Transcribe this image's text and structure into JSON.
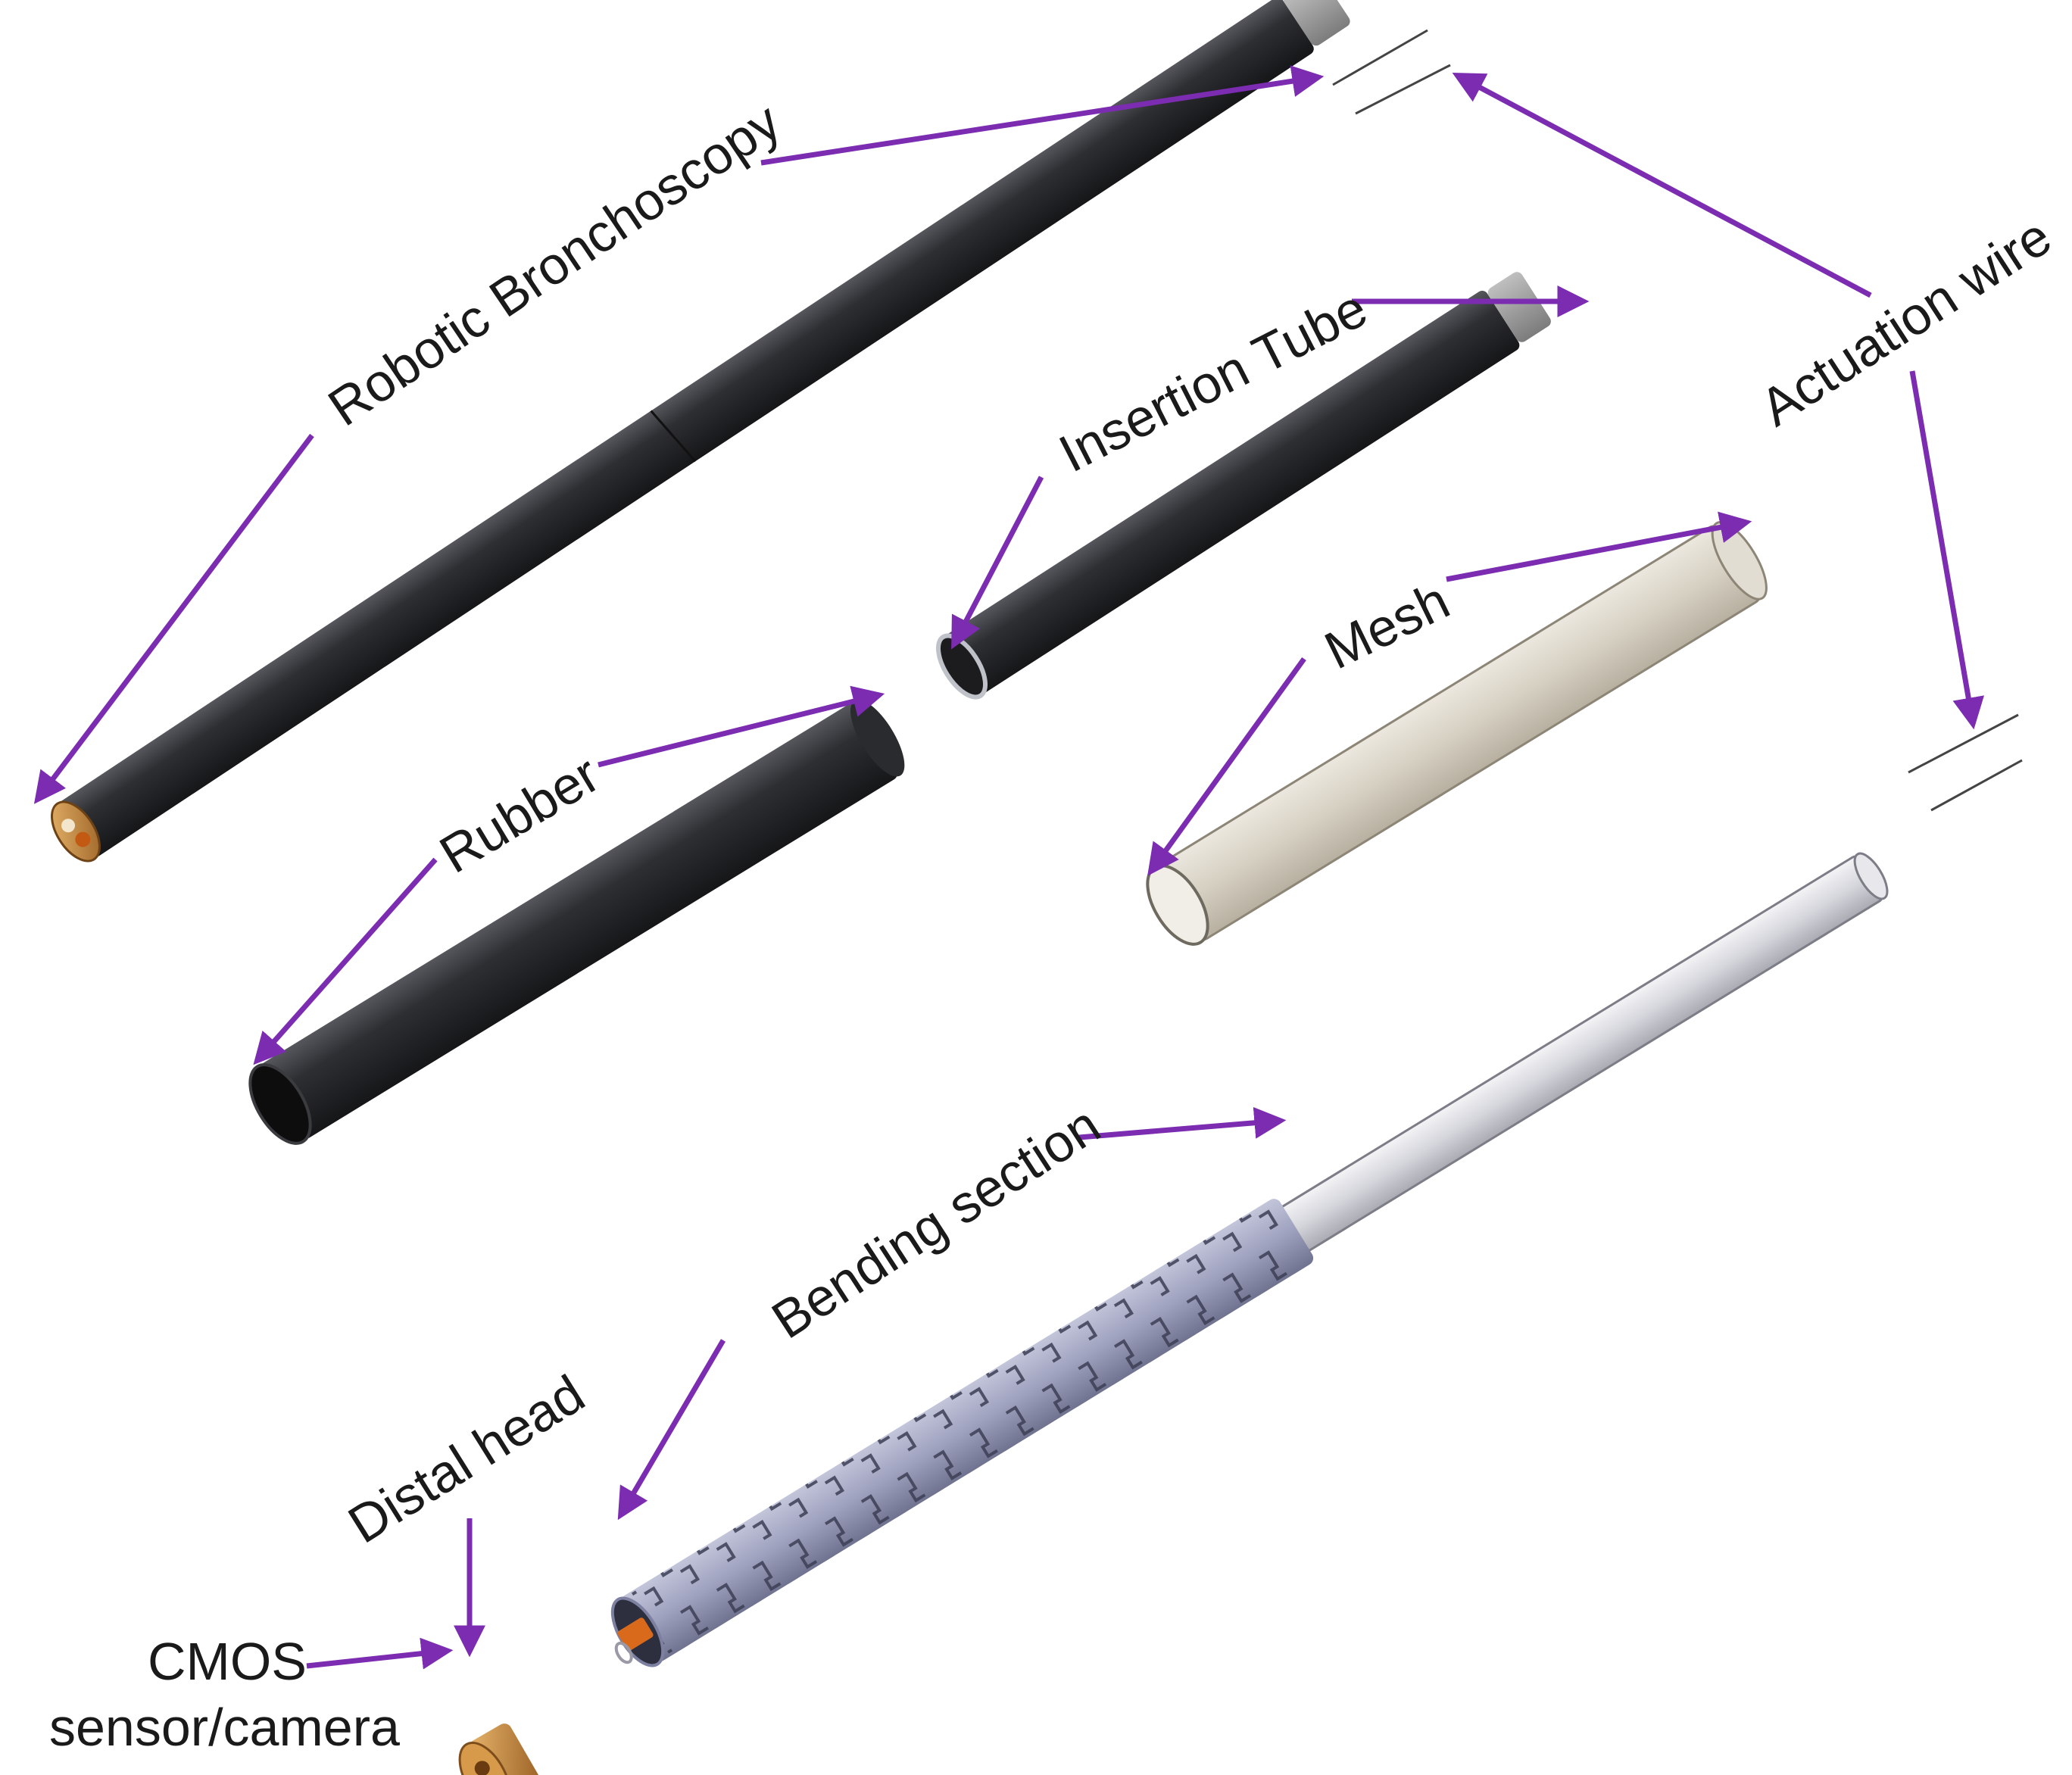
{
  "labels": {
    "robotic_bronchoscopy": "Robotic Bronchoscopy",
    "insertion_tube": "Insertion Tube",
    "actuation_wire": "Actuation wire",
    "mesh": "Mesh",
    "rubber": "Rubber",
    "bending_section": "Bending section",
    "distal_head": "Distal head",
    "cmos_line1": "CMOS",
    "cmos_line2": "sensor/camera"
  },
  "colors": {
    "arrow": "#7b2cb0",
    "tube_dark": "#2a2a2c",
    "mesh": "#d8d2c4",
    "bending": "#9fa2bf",
    "copper": "#c98a3c",
    "background": "#ffffff"
  }
}
